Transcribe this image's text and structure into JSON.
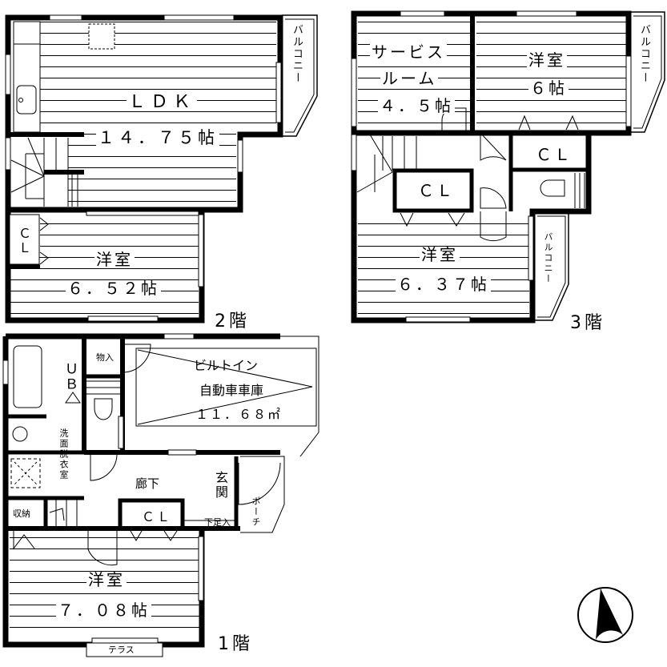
{
  "floors": {
    "f2": {
      "label": "2階",
      "rooms": {
        "ldk": {
          "name": "ＬＤＫ",
          "size": "１４．７５帖"
        },
        "western": {
          "name": "洋室",
          "size": "６．５２帖"
        },
        "closet": {
          "name": "ＣＬ"
        },
        "balcony": {
          "name": "バルコニー"
        }
      }
    },
    "f3": {
      "label": "3階",
      "rooms": {
        "service": {
          "name_line1": "サービス",
          "name_line2": "ルーム",
          "size": "４．５帖"
        },
        "western_north": {
          "name": "洋室",
          "size": "６帖"
        },
        "closet_1": {
          "name": "ＣＬ"
        },
        "closet_2": {
          "name": "ＣＬ"
        },
        "western_south": {
          "name": "洋室",
          "size": "６．３７帖"
        },
        "balcony_north": {
          "name": "バルコニー"
        },
        "balcony_south": {
          "name": "バルコニー"
        }
      }
    },
    "f1": {
      "label": "1階",
      "rooms": {
        "bath": {
          "name": "ＵＢ"
        },
        "storage_in": {
          "name": "物入"
        },
        "garage": {
          "name_line1": "ビルトイン",
          "name_line2": "自動車車庫",
          "size": "１１．６８㎡"
        },
        "washroom": {
          "name": "洗面脱衣室"
        },
        "hallway": {
          "name": "廊下"
        },
        "entrance": {
          "name": "玄関"
        },
        "porch": {
          "name": "ポーチ"
        },
        "storage": {
          "name": "収納"
        },
        "closet": {
          "name": "ＣＬ"
        },
        "shoe_box": {
          "name": "下足入"
        },
        "western": {
          "name": "洋室",
          "size": "７．０８帖"
        },
        "terrace": {
          "name": "テラス"
        }
      }
    }
  },
  "compass": {
    "icon": "north-arrow-icon"
  }
}
